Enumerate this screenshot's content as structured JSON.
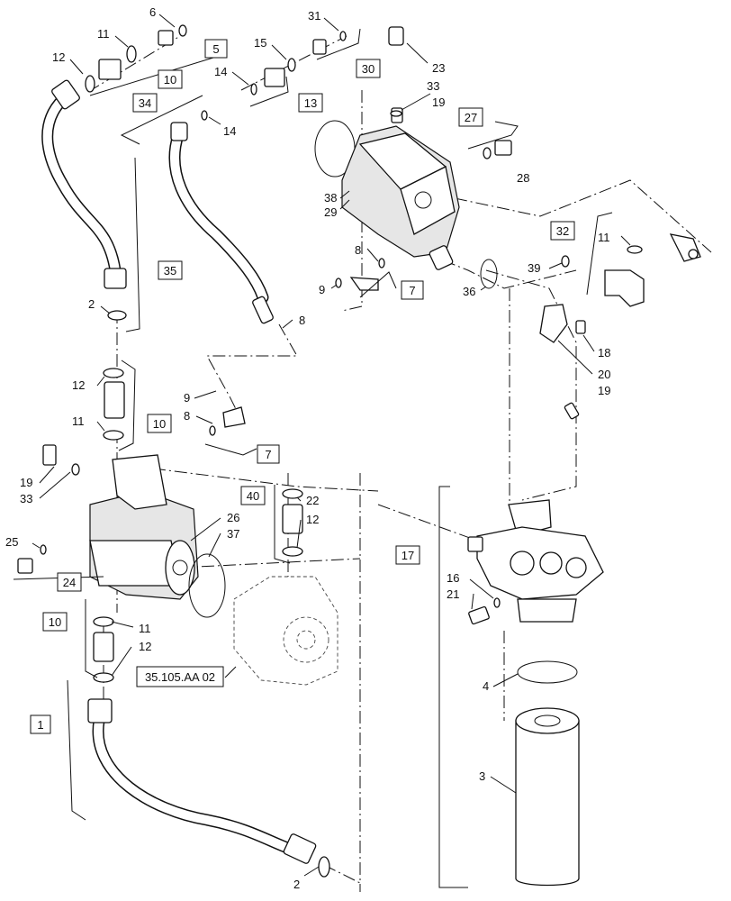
{
  "callouts": [
    {
      "id": "c6",
      "text": "6"
    },
    {
      "id": "c11a",
      "text": "11"
    },
    {
      "id": "c12a",
      "text": "12"
    },
    {
      "id": "c31",
      "text": "31"
    },
    {
      "id": "c15",
      "text": "15"
    },
    {
      "id": "c14a",
      "text": "14"
    },
    {
      "id": "c14b",
      "text": "14"
    },
    {
      "id": "c23",
      "text": "23"
    },
    {
      "id": "c33a",
      "text": "33"
    },
    {
      "id": "c19a",
      "text": "19"
    },
    {
      "id": "c28",
      "text": "28"
    },
    {
      "id": "c38",
      "text": "38"
    },
    {
      "id": "c29",
      "text": "29"
    },
    {
      "id": "c8a",
      "text": "8"
    },
    {
      "id": "c9a",
      "text": "9"
    },
    {
      "id": "c36",
      "text": "36"
    },
    {
      "id": "c39",
      "text": "39"
    },
    {
      "id": "c11b",
      "text": "11"
    },
    {
      "id": "c18",
      "text": "18"
    },
    {
      "id": "c20",
      "text": "20"
    },
    {
      "id": "c19b",
      "text": "19"
    },
    {
      "id": "c8b",
      "text": "8"
    },
    {
      "id": "c2a",
      "text": "2"
    },
    {
      "id": "c12b",
      "text": "12"
    },
    {
      "id": "c11c",
      "text": "11"
    },
    {
      "id": "c9b",
      "text": "9"
    },
    {
      "id": "c8c",
      "text": "8"
    },
    {
      "id": "c19c",
      "text": "19"
    },
    {
      "id": "c33b",
      "text": "33"
    },
    {
      "id": "c26",
      "text": "26"
    },
    {
      "id": "c37",
      "text": "37"
    },
    {
      "id": "c22",
      "text": "22"
    },
    {
      "id": "c12c",
      "text": "12"
    },
    {
      "id": "c25",
      "text": "25"
    },
    {
      "id": "c11d",
      "text": "11"
    },
    {
      "id": "c12d",
      "text": "12"
    },
    {
      "id": "c16",
      "text": "16"
    },
    {
      "id": "c21",
      "text": "21"
    },
    {
      "id": "c4",
      "text": "4"
    },
    {
      "id": "c3",
      "text": "3"
    },
    {
      "id": "c2b",
      "text": "2"
    }
  ],
  "boxed_refs": {
    "b5": "5",
    "b10a": "10",
    "b34": "34",
    "b13": "13",
    "b30": "30",
    "b27": "27",
    "b7a": "7",
    "b32": "32",
    "b35": "35",
    "b10b": "10",
    "b7b": "7",
    "b40": "40",
    "b24": "24",
    "b10c": "10",
    "b17": "17",
    "b1": "1",
    "bsec": "35.105.AA 02"
  }
}
